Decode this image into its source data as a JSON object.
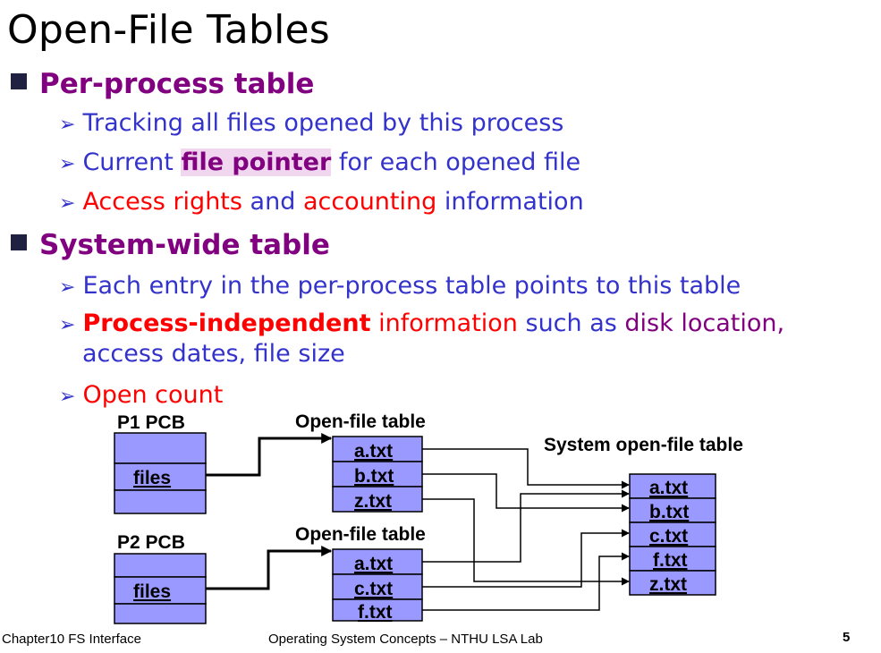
{
  "title": "Open-File Tables",
  "sections": [
    {
      "heading": "Per-process table"
    },
    {
      "heading": "System-wide table"
    }
  ],
  "bullets": {
    "b1": "Tracking all files opened by this process",
    "b2_pre": "Current ",
    "b2_hl": "file pointer",
    "b2_post": " for each opened file",
    "b3_a": "Access rights",
    "b3_b": " and ",
    "b3_c": "accounting",
    "b3_d": " information",
    "b4": "Each entry in the per-process table points to this table",
    "b5_a": "Process-independent",
    "b5_b": " information",
    "b5_c": " such as ",
    "b5_d": "disk location,",
    "b5_cont": "access dates, file size",
    "b6": "Open count"
  },
  "diagram": {
    "p1_label": "P1 PCB",
    "p2_label": "P2 PCB",
    "files_label": "files",
    "oft_label": "Open-file table",
    "sys_label": "System open-file table",
    "p1_entries": [
      "a.txt",
      "b.txt",
      "z.txt"
    ],
    "p2_entries": [
      "a.txt",
      "c.txt",
      "f.txt"
    ],
    "sys_entries": [
      "a.txt",
      "b.txt",
      "c.txt",
      "f.txt",
      "z.txt"
    ],
    "box_color": "#9999ff"
  },
  "footer": {
    "left": "Chapter10 FS Interface",
    "middle": "Operating System Concepts – NTHU LSA Lab",
    "page": "5"
  }
}
